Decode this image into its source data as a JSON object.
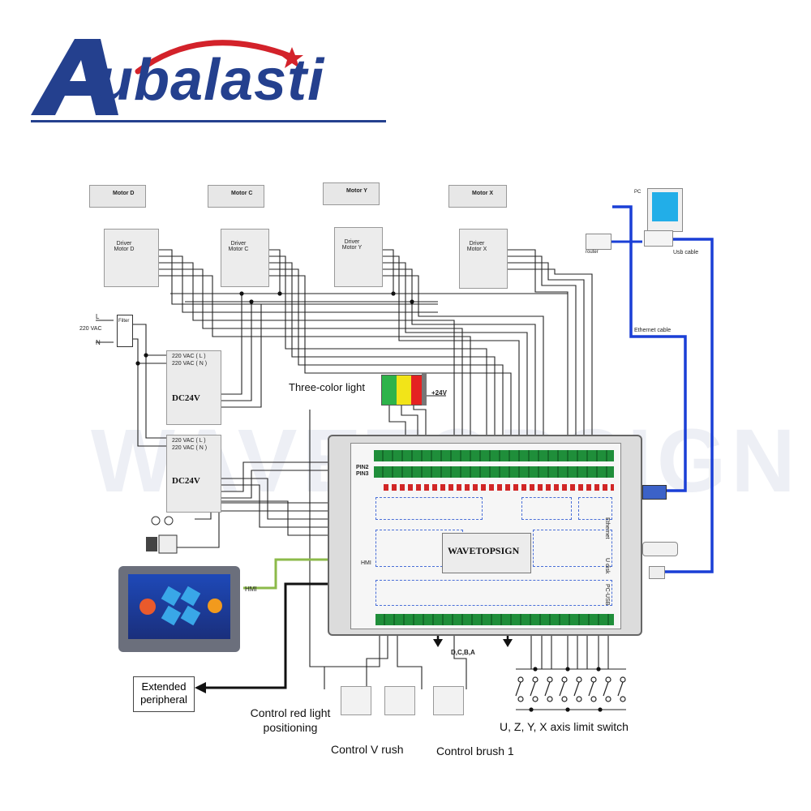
{
  "logo": {
    "text": "ubalasti",
    "mark": "A",
    "color": "#24408e",
    "arc_color": "#d3222a"
  },
  "watermark": "WAVETOPSIGN",
  "board": {
    "brand": "WAVETOPSIGN",
    "pin2": "PIN2",
    "pin3": "PIN3",
    "hmi_port": "HMI"
  },
  "motors": [
    {
      "motor_label": "Motor D",
      "driver_label": "Driver Motor D"
    },
    {
      "motor_label": "Motor C",
      "driver_label": "Driver Motor C"
    },
    {
      "motor_label": "Motor Y",
      "driver_label": "Driver Motor Y"
    },
    {
      "motor_label": "Motor X",
      "driver_label": "Driver Motor X"
    }
  ],
  "power": {
    "l": "L",
    "n": "N",
    "vac": "220 VAC",
    "filter": "Filter",
    "psu1": "DC24V",
    "psu2": "DC24V",
    "in_l": "220 VAC ( L )",
    "in_n": "220 VAC ( N )"
  },
  "pc": {
    "pc": "PC",
    "usb_cable": "Usb cable",
    "ethernet_cable": "Ethernet cable",
    "router": "router"
  },
  "side_ports": {
    "ethernet": "Ethernet",
    "udisk": "U disk",
    "pc_usb": "PC-USB"
  },
  "three_color_light": {
    "label": "Three-color light",
    "voltage": "+24V",
    "colors": [
      "#2db34a",
      "#f2e418",
      "#e42222"
    ]
  },
  "hmi": {
    "label": "HMI"
  },
  "extended": {
    "label": "Extended peripheral"
  },
  "outputs": {
    "red_light": "Control red light positioning",
    "v_rush": "Control V rush",
    "brush": "Control brush 1"
  },
  "dcba": "D,C,B,A",
  "limit_switch": "U, Z, Y, X axis limit switch",
  "wire_colors": {
    "ethernet": "#1a3fd6",
    "hmi": "#8cba4a",
    "bus": "#222222"
  }
}
